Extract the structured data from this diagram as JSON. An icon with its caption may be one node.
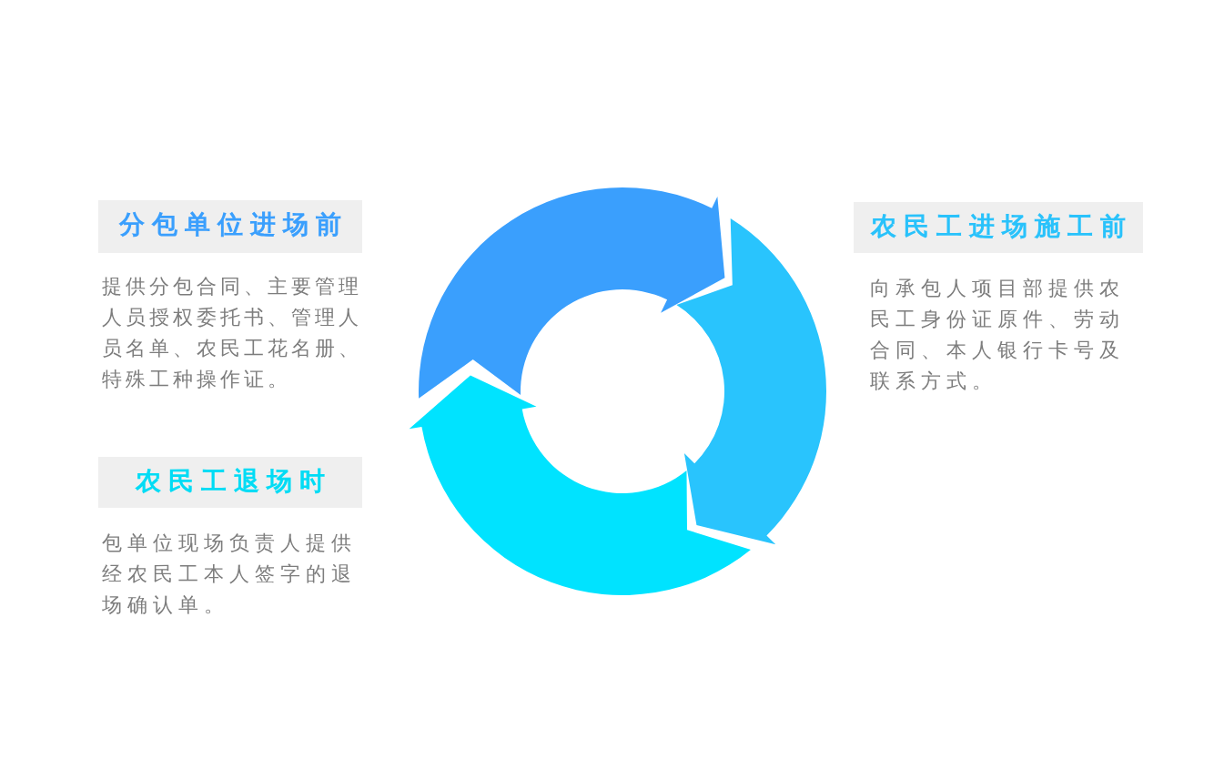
{
  "diagram": {
    "nodes": [
      {
        "text": [
          "分包单位进场前"
        ],
        "beside": [
          "提供分包合同、主要管理人员授权委托书、管理人员名单、农民工花名册、特殊工种操作证。"
        ]
      },
      {
        "text": [
          "农民工进场施工前"
        ],
        "beside": [
          "向承包人项目部提供农民工身份证原件、劳动合同、本人银行卡号及联系方式。"
        ]
      },
      {
        "text": [
          "农民工退场时"
        ],
        "beside": [
          "包单位现场负责人提供经农民工本人签字的退场确认单。"
        ]
      }
    ]
  }
}
